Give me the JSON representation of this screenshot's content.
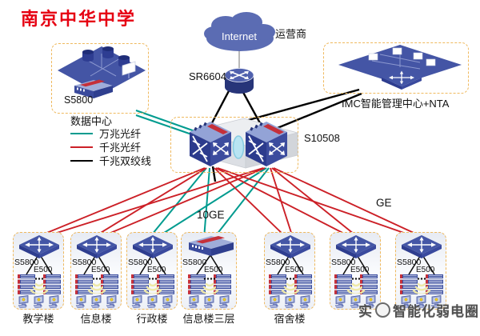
{
  "title": "南京中华中学",
  "internet": {
    "label": "Internet",
    "carrier": "运营商"
  },
  "router": {
    "label": "SR6604"
  },
  "datacenter": {
    "switch_label": "S5800",
    "label": "数据中心"
  },
  "imc": {
    "label": "IMC智能管理中心+NTA"
  },
  "core": {
    "label": "S10508"
  },
  "links": {
    "downlink_10ge": "10GE",
    "downlink_ge": "GE"
  },
  "legend": {
    "items": [
      {
        "label": "万兆光纤",
        "color": "#009b8f"
      },
      {
        "label": "千兆光纤",
        "color": "#cc2027"
      },
      {
        "label": "千兆双绞线",
        "color": "#000000"
      }
    ]
  },
  "building_common": {
    "switch_label": "S5800",
    "access_label": "E500"
  },
  "buildings": [
    {
      "name": "教学楼"
    },
    {
      "name": "信息楼"
    },
    {
      "name": "行政楼"
    },
    {
      "name": "信息楼三层"
    },
    {
      "name": "宿舍楼"
    },
    {
      "name": ""
    },
    {
      "name": ""
    }
  ],
  "watermark": {
    "prefix": "实",
    "text": "智能化弱电圈"
  }
}
